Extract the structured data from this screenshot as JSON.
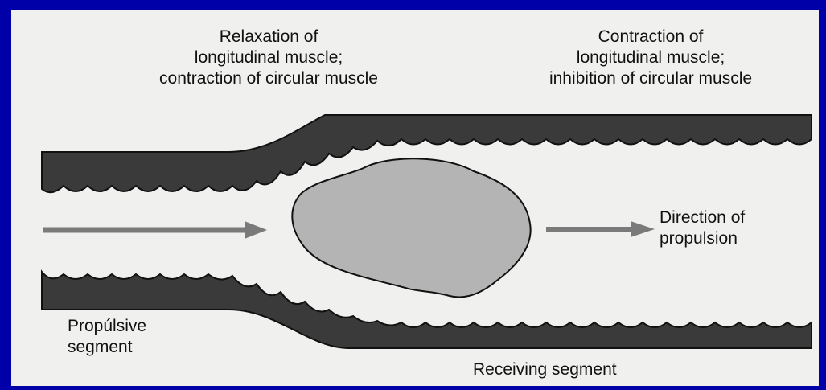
{
  "labels": {
    "left_top": [
      "Relaxation of",
      "longitudinal muscle;",
      "contraction of circular muscle"
    ],
    "right_top": [
      "Contraction of",
      "longitudinal muscle;",
      "inhibition of circular muscle"
    ],
    "direction": [
      "Direction of",
      "propulsion"
    ],
    "propulsive": [
      "Propúlsive",
      "segment"
    ],
    "receiving": [
      "Receiving segment"
    ]
  },
  "colors": {
    "frame": "#0000a8",
    "background": "#f0f0ee",
    "wall": "#3a3a3a",
    "bolus": "#b4b4b4",
    "arrow": "#7a7a7a"
  }
}
